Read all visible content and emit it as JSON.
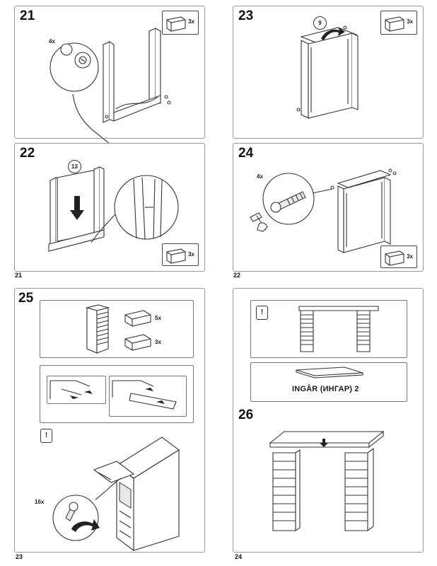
{
  "pages": {
    "left_bottom_number": "21",
    "right_bottom_number": "22",
    "page_23_number": "23",
    "page_24_number": "24"
  },
  "steps": {
    "s21": {
      "number": "21",
      "fastener_count": "4x",
      "qty": "3x"
    },
    "s23": {
      "number": "23",
      "part_badge": "9",
      "qty": "3x"
    },
    "s22": {
      "number": "22",
      "part_badge": "13",
      "qty": "3x"
    },
    "s24": {
      "number": "24",
      "fastener_count": "4x",
      "qty": "3x"
    },
    "s25": {
      "number": "25",
      "qty_drawer_a": "5x",
      "qty_drawer_b": "3x",
      "warning": "!",
      "fastener_count": "16x"
    },
    "s25_right": {
      "warning": "!",
      "product_label": "INGÅR (ИНГАР) 2"
    },
    "s26": {
      "number": "26"
    }
  },
  "icons": [
    "drawer-icon",
    "warning-icon",
    "arrow-down-icon",
    "rotate-arrow-icon",
    "screw-icon",
    "hammer-icon",
    "hand-icon"
  ]
}
